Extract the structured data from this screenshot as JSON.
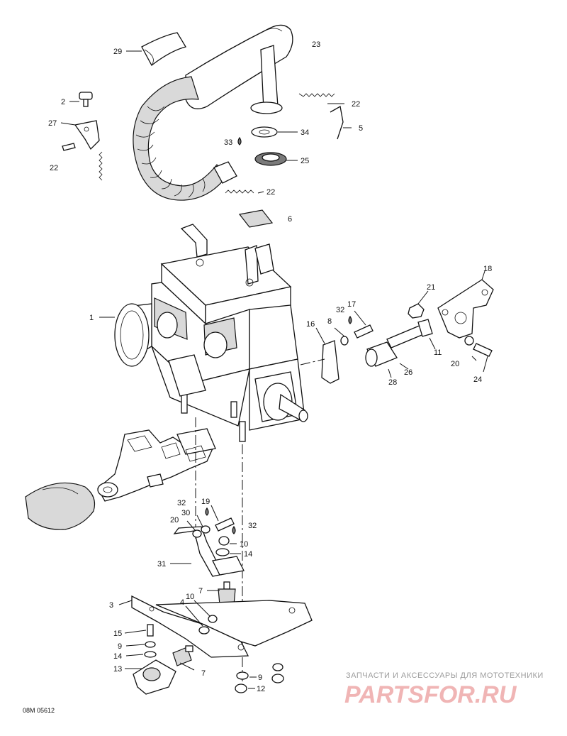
{
  "diagram_code": "08M 05612",
  "watermark": {
    "tagline": "ЗАПЧАСТИ И АКСЕССУАРЫ ДЛЯ МОТОТЕХНИКИ",
    "brand": "PARTSFOR.RU"
  },
  "callouts": [
    {
      "id": "c29",
      "label": "29"
    },
    {
      "id": "c23",
      "label": "23"
    },
    {
      "id": "c2",
      "label": "2"
    },
    {
      "id": "c27",
      "label": "27"
    },
    {
      "id": "c22a",
      "label": "22"
    },
    {
      "id": "c22b",
      "label": "22"
    },
    {
      "id": "c5",
      "label": "5"
    },
    {
      "id": "c33",
      "label": "33"
    },
    {
      "id": "c34",
      "label": "34"
    },
    {
      "id": "c25",
      "label": "25"
    },
    {
      "id": "c22c",
      "label": "22"
    },
    {
      "id": "c22d",
      "label": "22"
    },
    {
      "id": "c6",
      "label": "6"
    },
    {
      "id": "c1",
      "label": "1"
    },
    {
      "id": "c18",
      "label": "18"
    },
    {
      "id": "c21",
      "label": "21"
    },
    {
      "id": "c32a",
      "label": "32"
    },
    {
      "id": "c17",
      "label": "17"
    },
    {
      "id": "c16",
      "label": "16"
    },
    {
      "id": "c8",
      "label": "8"
    },
    {
      "id": "c11",
      "label": "11"
    },
    {
      "id": "c20a",
      "label": "20"
    },
    {
      "id": "c24",
      "label": "24"
    },
    {
      "id": "c26",
      "label": "26"
    },
    {
      "id": "c28",
      "label": "28"
    },
    {
      "id": "c32b",
      "label": "32"
    },
    {
      "id": "c19",
      "label": "19"
    },
    {
      "id": "c30",
      "label": "30"
    },
    {
      "id": "c20b",
      "label": "20"
    },
    {
      "id": "c32c",
      "label": "32"
    },
    {
      "id": "c10a",
      "label": "10"
    },
    {
      "id": "c14a",
      "label": "14"
    },
    {
      "id": "c31",
      "label": "31"
    },
    {
      "id": "c7a",
      "label": "7"
    },
    {
      "id": "c3",
      "label": "3"
    },
    {
      "id": "c10b",
      "label": "10"
    },
    {
      "id": "c4",
      "label": "4"
    },
    {
      "id": "c15",
      "label": "15"
    },
    {
      "id": "c9a",
      "label": "9"
    },
    {
      "id": "c14b",
      "label": "14"
    },
    {
      "id": "c13",
      "label": "13"
    },
    {
      "id": "c7b",
      "label": "7"
    },
    {
      "id": "c9b",
      "label": "9"
    },
    {
      "id": "c12",
      "label": "12"
    }
  ]
}
